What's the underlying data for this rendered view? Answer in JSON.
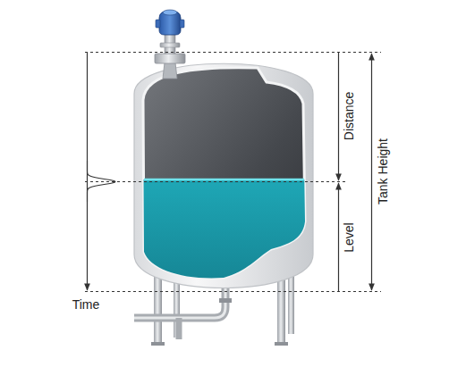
{
  "diagram": {
    "labels": [
      "Distance",
      "Level",
      "Tank Height",
      "Time"
    ]
  }
}
